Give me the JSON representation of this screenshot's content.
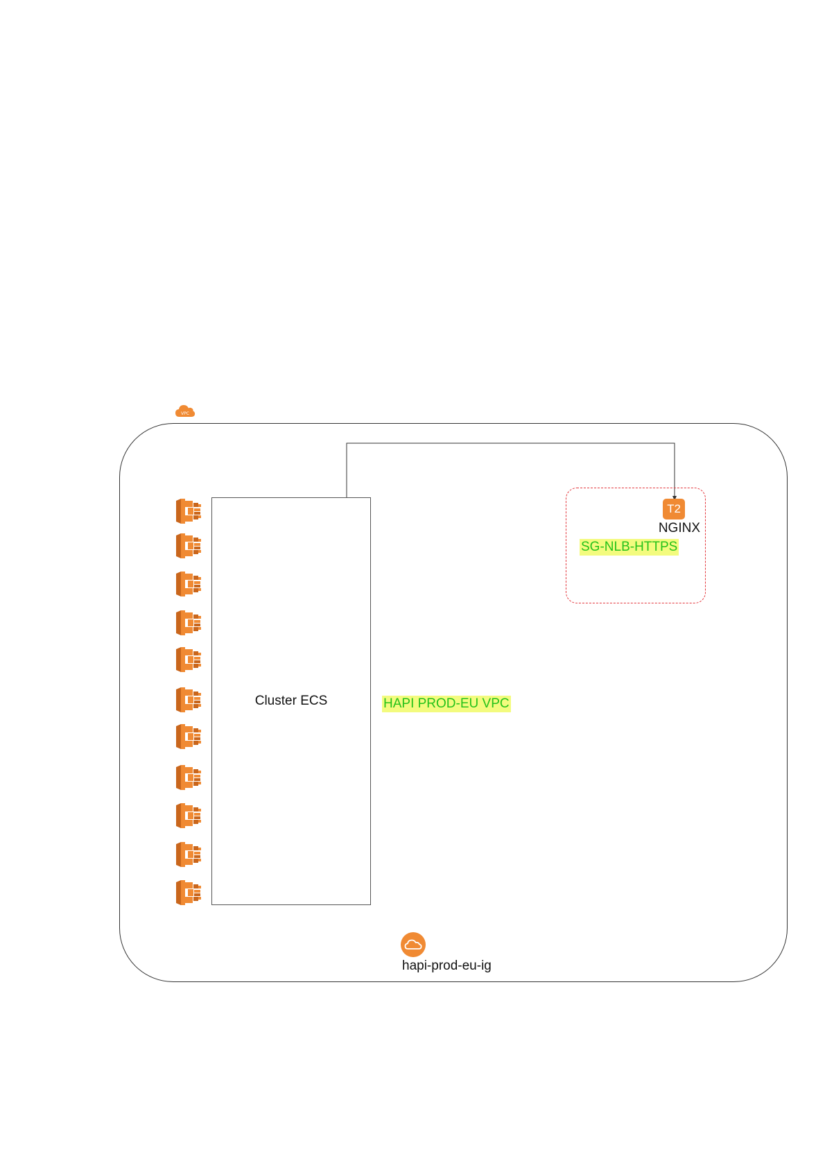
{
  "diagram": {
    "vpc": {
      "name": "HAPI PROD-EU VPC",
      "icon": "vpc-cloud-icon",
      "icon_text": "VPC"
    },
    "cluster": {
      "label": "Cluster ECS",
      "member_icon": "ecs-container-icon",
      "member_count": 11
    },
    "security_group": {
      "name": "SG-NLB-HTTPS",
      "instance_type": "T2",
      "instance_label": "NGINX"
    },
    "internet_gateway": {
      "name": "hapi-prod-eu-ig",
      "icon": "internet-gateway-cloud-icon"
    },
    "connections": [
      {
        "from": "Cluster ECS",
        "to": "NGINX"
      }
    ],
    "colors": {
      "aws_orange": "#f08a33",
      "aws_orange_dark": "#c9661c",
      "highlight_bg": "#f3fb7e",
      "highlight_text": "#25c21a",
      "sg_border": "#e3343a"
    }
  }
}
